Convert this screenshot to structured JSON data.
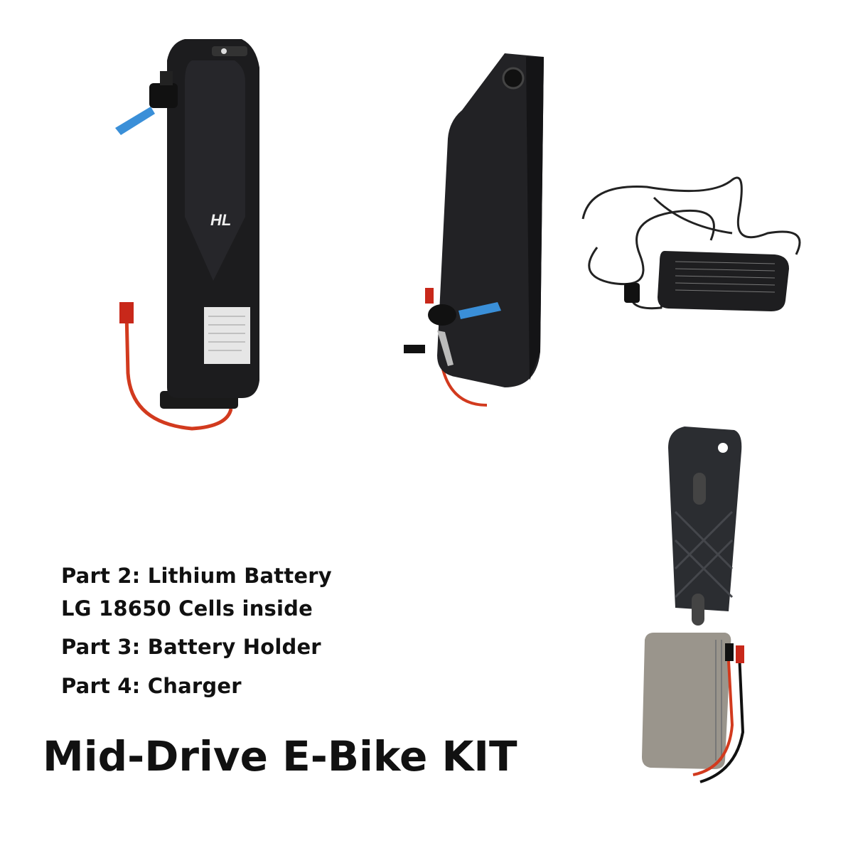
{
  "captions": {
    "part2_line1": "Part 2: Lithium Battery",
    "part2_line2": "LG 18650 Cells inside",
    "part3": "Part 3: Battery Holder",
    "part4": "Part 4: Charger"
  },
  "title": "Mid-Drive E-Bike KIT",
  "battery_logo": "HL",
  "colors": {
    "battery_body": "#1c1c1e",
    "key_blue": "#3a8fd8",
    "wire_red": "#d23a1e",
    "holder": "#2b2d31",
    "controller": "#9a958c"
  }
}
